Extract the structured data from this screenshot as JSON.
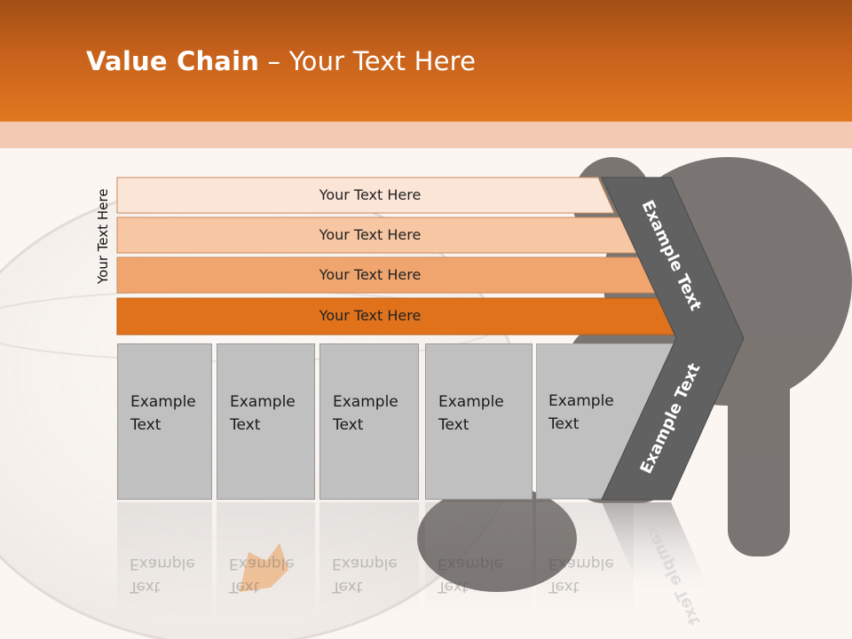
{
  "slide": {
    "title_bold": "Value Chain",
    "title_rest": " – Your Text Here"
  },
  "vertical_label": "Your Text Here",
  "rows": [
    {
      "label": "Your Text Here",
      "color": "#fbe5d6"
    },
    {
      "label": "Your Text Here",
      "color": "#f7c6a2"
    },
    {
      "label": "Your Text Here",
      "color": "#f0a56e"
    },
    {
      "label": "Your Text Here",
      "color": "#e0721c"
    }
  ],
  "boxes": [
    {
      "line1": "Example",
      "line2": "Text"
    },
    {
      "line1": "Example",
      "line2": "Text"
    },
    {
      "line1": "Example",
      "line2": "Text"
    },
    {
      "line1": "Example",
      "line2": "Text"
    },
    {
      "line1": "Example",
      "line2": "Text"
    }
  ],
  "chevron": {
    "upper_label": "Example Text",
    "lower_label": "Example Text",
    "color": "#616161"
  },
  "colors": {
    "header_orange": "#e0781f",
    "band_peach": "#f4c9b4",
    "box_gray": "#c0c0c0"
  }
}
